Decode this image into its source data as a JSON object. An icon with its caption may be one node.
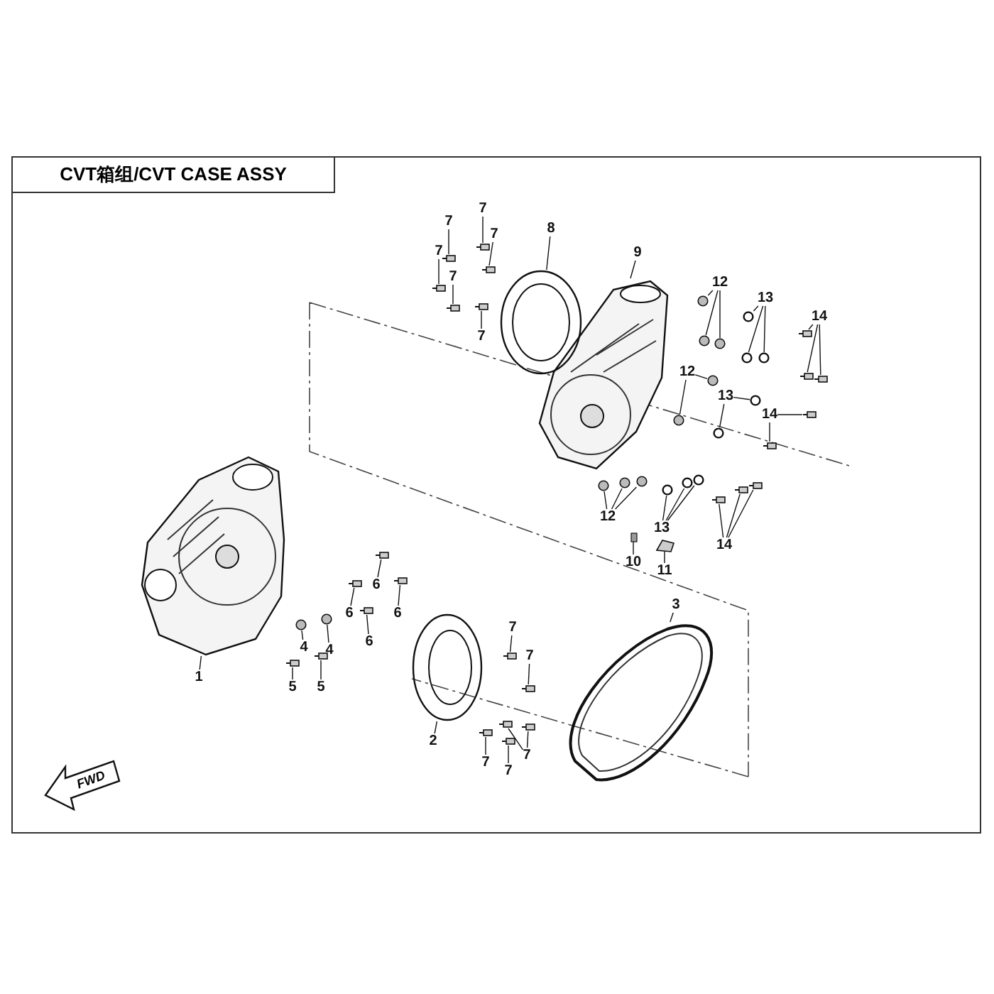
{
  "diagram": {
    "title": "CVT箱组/CVT CASE ASSY",
    "nodes": [
      {
        "text": [],
        "shape": "picture"
      },
      {
        "text": [],
        "shape": "picture"
      },
      {
        "text": [],
        "shape": "picture"
      },
      {
        "text": [],
        "shape": "picture"
      },
      {
        "text": [],
        "shape": "picture"
      },
      {
        "text": [
          "7"
        ]
      },
      {
        "text": [
          "7"
        ]
      },
      {
        "text": [
          "8"
        ]
      },
      {
        "text": [
          "7"
        ]
      },
      {
        "text": [
          "7"
        ]
      },
      {
        "text": [
          "9"
        ]
      },
      {
        "text": [
          "7"
        ]
      },
      {
        "text": [
          "12"
        ]
      },
      {
        "text": [
          "13"
        ]
      },
      {
        "text": [
          "14"
        ]
      },
      {
        "text": [
          "7"
        ]
      },
      {
        "text": [
          "12"
        ]
      },
      {
        "text": [
          "13"
        ]
      },
      {
        "text": [
          "14"
        ]
      },
      {
        "text": [
          "12"
        ]
      },
      {
        "text": [
          "13"
        ]
      },
      {
        "text": [
          "14"
        ]
      },
      {
        "text": [
          "10"
        ]
      },
      {
        "text": [
          "11"
        ]
      },
      {
        "text": [
          "6"
        ]
      },
      {
        "text": [
          "3"
        ]
      },
      {
        "text": [
          "6"
        ]
      },
      {
        "text": [
          "6"
        ]
      },
      {
        "text": [
          "7"
        ]
      },
      {
        "text": [
          "6"
        ]
      },
      {
        "text": [
          "4"
        ]
      },
      {
        "text": [
          "7"
        ]
      },
      {
        "text": [
          "4"
        ]
      },
      {
        "text": [
          "1"
        ]
      },
      {
        "text": [
          "5"
        ]
      },
      {
        "text": [
          "5"
        ]
      },
      {
        "text": [
          "2"
        ]
      },
      {
        "text": [
          "7"
        ]
      },
      {
        "text": [
          "7"
        ]
      },
      {
        "text": [
          "7"
        ]
      },
      {
        "text": [],
        "shape": "bolt"
      },
      {
        "text": [],
        "shape": "bolt"
      },
      {
        "text": [],
        "shape": "bolt"
      },
      {
        "text": [],
        "shape": "bolt"
      },
      {
        "text": [],
        "shape": "bolt"
      },
      {
        "text": [],
        "shape": "nut"
      },
      {
        "text": [],
        "shape": "nut"
      },
      {
        "text": [],
        "shape": "nut"
      },
      {
        "text": [],
        "shape": "washer"
      },
      {
        "text": [],
        "shape": "washer"
      },
      {
        "text": [],
        "shape": "washer"
      },
      {
        "text": [],
        "shape": "bolt"
      },
      {
        "text": [],
        "shape": "bolt"
      },
      {
        "text": [],
        "shape": "bolt"
      },
      {
        "text": [],
        "shape": "bolt"
      },
      {
        "text": [],
        "shape": "nut"
      },
      {
        "text": [],
        "shape": "nut"
      },
      {
        "text": [],
        "shape": "washer"
      },
      {
        "text": [],
        "shape": "washer"
      },
      {
        "text": [],
        "shape": "bolt"
      },
      {
        "text": [],
        "shape": "bolt"
      },
      {
        "text": [],
        "shape": "nut"
      },
      {
        "text": [],
        "shape": "nut"
      },
      {
        "text": [],
        "shape": "nut"
      },
      {
        "text": [],
        "shape": "washer"
      },
      {
        "text": [],
        "shape": "washer"
      },
      {
        "text": [],
        "shape": "washer"
      },
      {
        "text": [],
        "shape": "bolt"
      },
      {
        "text": [],
        "shape": "bolt"
      },
      {
        "text": [],
        "shape": "bolt"
      },
      {
        "text": [],
        "shape": "pin"
      },
      {
        "text": [],
        "shape": "bracket"
      },
      {
        "text": [],
        "shape": "bolt"
      },
      {
        "text": [],
        "shape": "bolt"
      },
      {
        "text": [],
        "shape": "bolt"
      },
      {
        "text": [],
        "shape": "bolt"
      },
      {
        "text": [],
        "shape": "bolt"
      },
      {
        "text": [],
        "shape": "nut"
      },
      {
        "text": [],
        "shape": "bolt"
      },
      {
        "text": [],
        "shape": "nut"
      },
      {
        "text": [],
        "shape": "bolt"
      },
      {
        "text": [],
        "shape": "bolt"
      },
      {
        "text": [],
        "shape": "bolt"
      },
      {
        "text": [],
        "shape": "bolt"
      },
      {
        "text": [],
        "shape": "bolt"
      },
      {
        "text": [],
        "shape": "bolt"
      }
    ],
    "edges": [
      {
        "from": 5,
        "to": 40,
        "arrow": "none"
      },
      {
        "from": 6,
        "to": 41,
        "arrow": "none"
      },
      {
        "from": 7,
        "to": 1,
        "arrow": "none"
      },
      {
        "from": 8,
        "to": 42,
        "arrow": "none"
      },
      {
        "from": 9,
        "to": 43,
        "arrow": "none"
      },
      {
        "from": 10,
        "to": 0,
        "arrow": "none"
      },
      {
        "from": 11,
        "to": 44,
        "arrow": "none"
      },
      {
        "from": 12,
        "to": 45,
        "arrow": "none"
      },
      {
        "from": 12,
        "to": 46,
        "arrow": "none"
      },
      {
        "from": 12,
        "to": 47,
        "arrow": "none"
      },
      {
        "from": 13,
        "to": 48,
        "arrow": "none"
      },
      {
        "from": 13,
        "to": 49,
        "arrow": "none"
      },
      {
        "from": 13,
        "to": 50,
        "arrow": "none"
      },
      {
        "from": 14,
        "to": 51,
        "arrow": "none"
      },
      {
        "from": 14,
        "to": 52,
        "arrow": "none"
      },
      {
        "from": 14,
        "to": 53,
        "arrow": "none"
      },
      {
        "from": 15,
        "to": 54,
        "arrow": "none"
      },
      {
        "from": 16,
        "to": 55,
        "arrow": "none"
      },
      {
        "from": 16,
        "to": 56,
        "arrow": "none"
      },
      {
        "from": 17,
        "to": 57,
        "arrow": "none"
      },
      {
        "from": 17,
        "to": 58,
        "arrow": "none"
      },
      {
        "from": 18,
        "to": 59,
        "arrow": "none"
      },
      {
        "from": 18,
        "to": 60,
        "arrow": "none"
      },
      {
        "from": 19,
        "to": 61,
        "arrow": "none"
      },
      {
        "from": 19,
        "to": 62,
        "arrow": "none"
      },
      {
        "from": 19,
        "to": 63,
        "arrow": "none"
      },
      {
        "from": 20,
        "to": 64,
        "arrow": "none"
      },
      {
        "from": 20,
        "to": 65,
        "arrow": "none"
      },
      {
        "from": 20,
        "to": 66,
        "arrow": "none"
      },
      {
        "from": 21,
        "to": 67,
        "arrow": "none"
      },
      {
        "from": 21,
        "to": 68,
        "arrow": "none"
      },
      {
        "from": 21,
        "to": 69,
        "arrow": "none"
      },
      {
        "from": 22,
        "to": 70,
        "arrow": "none"
      },
      {
        "from": 23,
        "to": 71,
        "arrow": "none"
      },
      {
        "from": 24,
        "to": 72,
        "arrow": "none"
      },
      {
        "from": 25,
        "to": 4,
        "arrow": "none"
      },
      {
        "from": 26,
        "to": 73,
        "arrow": "none"
      },
      {
        "from": 27,
        "to": 74,
        "arrow": "none"
      },
      {
        "from": 28,
        "to": 75,
        "arrow": "none"
      },
      {
        "from": 29,
        "to": 76,
        "arrow": "none"
      },
      {
        "from": 30,
        "to": 77,
        "arrow": "none"
      },
      {
        "from": 31,
        "to": 78,
        "arrow": "none"
      },
      {
        "from": 32,
        "to": 79,
        "arrow": "none"
      },
      {
        "from": 33,
        "to": 2,
        "arrow": "none"
      },
      {
        "from": 34,
        "to": 80,
        "arrow": "none"
      },
      {
        "from": 35,
        "to": 81,
        "arrow": "none"
      },
      {
        "from": 36,
        "to": 3,
        "arrow": "none"
      },
      {
        "from": 37,
        "to": 82,
        "arrow": "none"
      },
      {
        "from": 37,
        "to": 83,
        "arrow": "none"
      },
      {
        "from": 38,
        "to": 84,
        "arrow": "none"
      },
      {
        "from": 39,
        "to": 85,
        "arrow": "none"
      }
    ],
    "labels": [
      "FWD"
    ]
  }
}
